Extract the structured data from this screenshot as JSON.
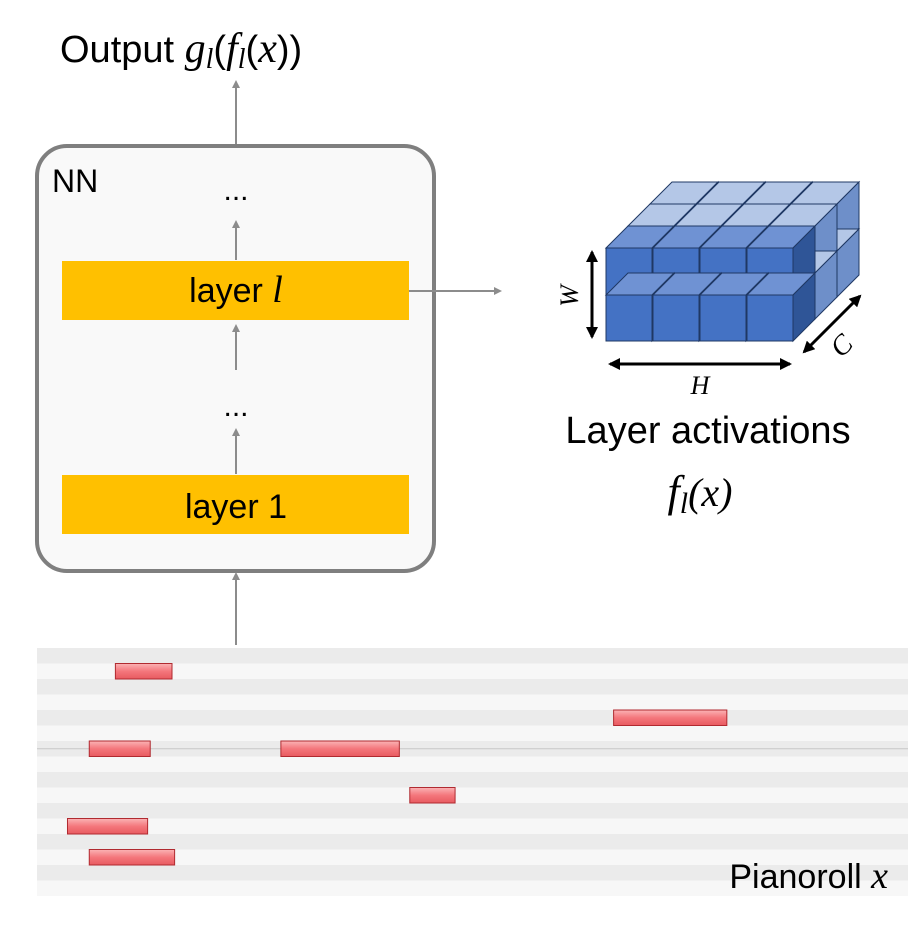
{
  "output_label": {
    "prefix": "Output ",
    "g": "g",
    "l1": "l",
    "open1": "(",
    "f": "f",
    "l2": "l",
    "open2": "(",
    "x": "x",
    "close": "))"
  },
  "nn_box": {
    "title": "NN",
    "dots_top": "...",
    "dots_mid": "...",
    "layer_l": {
      "prefix": "layer ",
      "var": "l"
    },
    "layer_1": "layer 1"
  },
  "activation": {
    "dim_w": "W",
    "dim_h": "H",
    "dim_c": "C",
    "title": "Layer activations",
    "formula": {
      "f": "f",
      "l": "l",
      "rest": "(x)"
    }
  },
  "pianoroll": {
    "label_prefix": "Pianoroll ",
    "label_var": "x",
    "notes": [
      {
        "row": 1,
        "start": 0.09,
        "end": 0.155
      },
      {
        "row": 4,
        "start": 0.662,
        "end": 0.792
      },
      {
        "row": 6,
        "start": 0.06,
        "end": 0.13
      },
      {
        "row": 6,
        "start": 0.28,
        "end": 0.416
      },
      {
        "row": 9,
        "start": 0.428,
        "end": 0.48
      },
      {
        "row": 11,
        "start": 0.035,
        "end": 0.127
      },
      {
        "row": 13,
        "start": 0.06,
        "end": 0.158
      }
    ]
  },
  "colors": {
    "layer_fill": "#FFC000",
    "cube_front": "#4472C4",
    "cube_back": "#8EA9DB",
    "note_fill": "#F4777C",
    "arrow": "#808080"
  }
}
